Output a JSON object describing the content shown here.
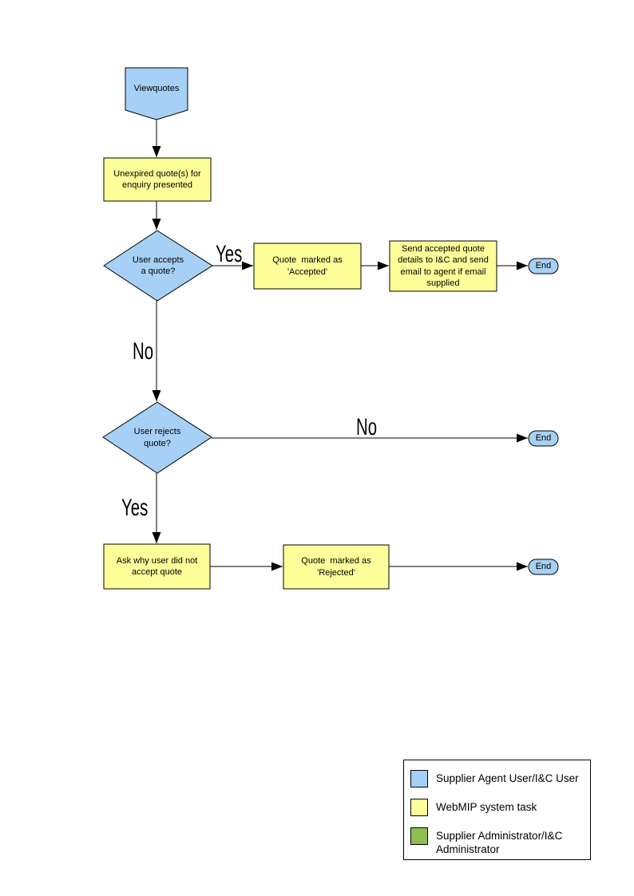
{
  "diagram": {
    "colors": {
      "user_task": "#A6D0F5",
      "system_task": "#FFFF99",
      "admin_task": "#8DC04F",
      "outline": "#000000"
    },
    "nodes": {
      "viewquotes": {
        "label": "Viewquotes"
      },
      "unexpired": {
        "label": "Unexpired quote(s) for\nenquiry presented"
      },
      "accepts": {
        "label": "User accepts\na quote?"
      },
      "accepted": {
        "label": "Quote  marked as\n'Accepted'"
      },
      "send": {
        "label": "Send accepted quote\ndetails to I&C and send\nemail to agent if email\nsupplied"
      },
      "end1": {
        "label": "End"
      },
      "rejects": {
        "label": "User rejects\nquote?"
      },
      "end2": {
        "label": "End"
      },
      "ask": {
        "label": "Ask why user did not\naccept quote"
      },
      "rejected": {
        "label": "Quote  marked as\n'Rejected'"
      },
      "end3": {
        "label": "End"
      }
    },
    "edge_labels": {
      "yes1": "Yes",
      "no1": "No",
      "no2": "No",
      "yes2": "Yes"
    }
  },
  "legend": {
    "items": [
      {
        "label": "Supplier Agent User/I&C User"
      },
      {
        "label": "WebMIP system task"
      },
      {
        "label": "Supplier Administrator/I&C Administrator"
      }
    ]
  }
}
